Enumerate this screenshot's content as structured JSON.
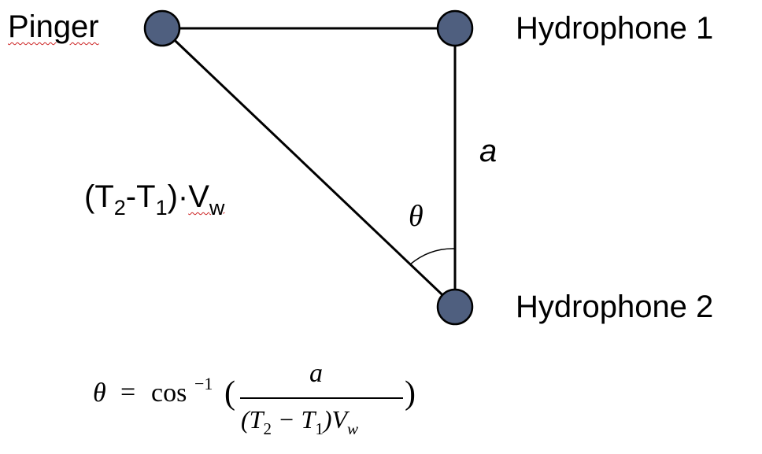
{
  "diagram": {
    "colors": {
      "node_fill": "#4f5f7f",
      "node_stroke": "#000000",
      "edge": "#000000",
      "text": "#000000",
      "spell_underline": "#cc2222"
    },
    "nodes": {
      "pinger": {
        "label": "Pinger"
      },
      "hydrophone1": {
        "label": "Hydrophone 1"
      },
      "hydrophone2": {
        "label": "Hydrophone 2"
      }
    },
    "edges": [
      {
        "from": "pinger",
        "to": "hydrophone1"
      },
      {
        "from": "hydrophone1",
        "to": "hydrophone2",
        "label": "a"
      },
      {
        "from": "pinger",
        "to": "hydrophone2"
      }
    ],
    "hypotenuse_label": {
      "open": "(T",
      "sub1": "2",
      "dash": "-T",
      "sub2": "1",
      "mid": ")·",
      "v": "V",
      "sub3": "w"
    },
    "angle_label": "θ",
    "formula": {
      "lhs": "θ",
      "eq": "=",
      "fn": "cos",
      "exp": "−1",
      "lparen": "(",
      "numerator": "a",
      "den_open": "(T",
      "den_sub1": "2",
      "den_minus": " − T",
      "den_sub2": "1",
      "den_close": ")V",
      "den_sub3": "w",
      "rparen": ")"
    }
  }
}
